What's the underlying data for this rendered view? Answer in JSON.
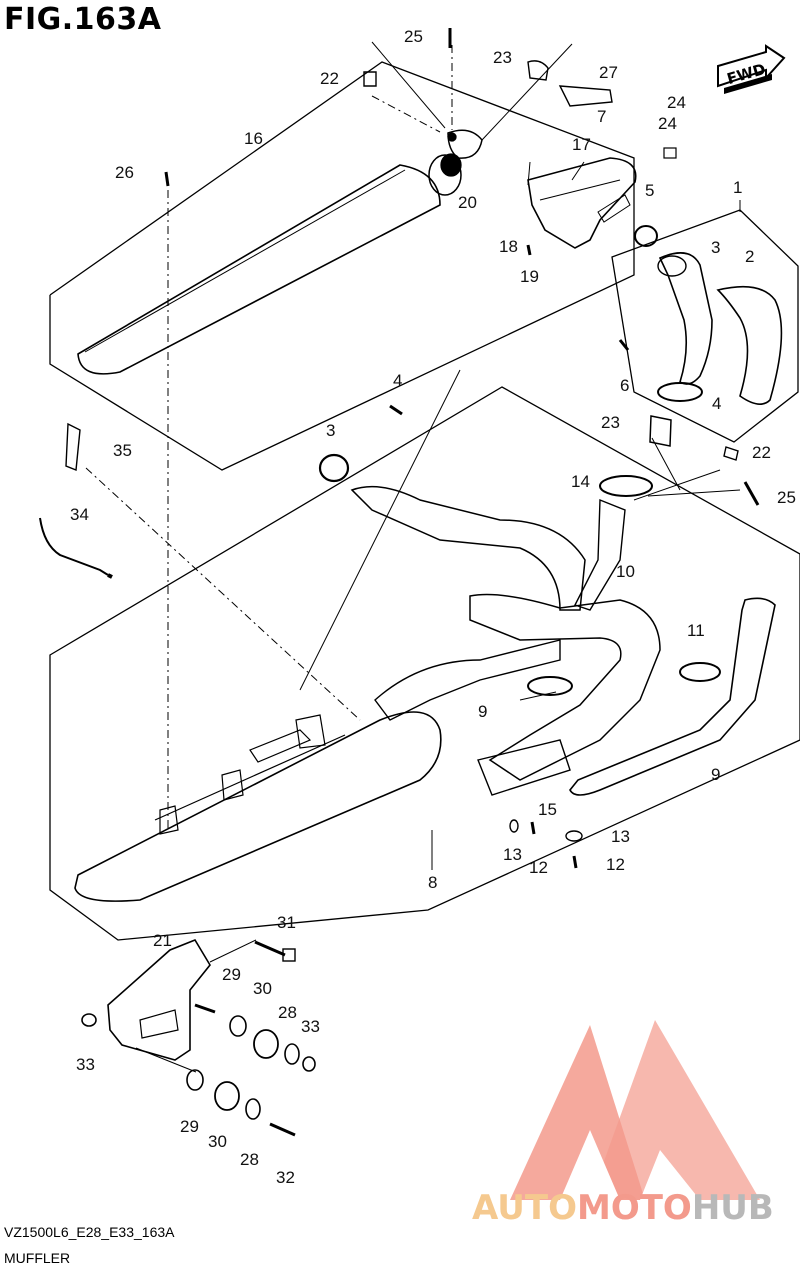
{
  "figure": {
    "title": "FIG.163A",
    "footer_code": "VZ1500L6_E28_E33_163A",
    "footer_name": "MUFFLER",
    "fwd_label": "FWD"
  },
  "watermark": {
    "part1": "AUTO",
    "part2": "MOTO",
    "part3": "HUB",
    "colors": {
      "orange": "#f5c98f",
      "red": "#f39a8c",
      "gray": "#b8b8b8"
    }
  },
  "callouts": [
    {
      "id": "c1",
      "label": "1"
    },
    {
      "id": "c2",
      "label": "2"
    },
    {
      "id": "c3a",
      "label": "3"
    },
    {
      "id": "c3b",
      "label": "3"
    },
    {
      "id": "c4a",
      "label": "4"
    },
    {
      "id": "c4b",
      "label": "4"
    },
    {
      "id": "c5",
      "label": "5"
    },
    {
      "id": "c6",
      "label": "6"
    },
    {
      "id": "c7",
      "label": "7"
    },
    {
      "id": "c8",
      "label": "8"
    },
    {
      "id": "c9a",
      "label": "9"
    },
    {
      "id": "c9b",
      "label": "9"
    },
    {
      "id": "c10",
      "label": "10"
    },
    {
      "id": "c11",
      "label": "11"
    },
    {
      "id": "c12a",
      "label": "12"
    },
    {
      "id": "c12b",
      "label": "12"
    },
    {
      "id": "c13a",
      "label": "13"
    },
    {
      "id": "c13b",
      "label": "13"
    },
    {
      "id": "c14",
      "label": "14"
    },
    {
      "id": "c15",
      "label": "15"
    },
    {
      "id": "c16",
      "label": "16"
    },
    {
      "id": "c17",
      "label": "17"
    },
    {
      "id": "c18",
      "label": "18"
    },
    {
      "id": "c19",
      "label": "19"
    },
    {
      "id": "c20",
      "label": "20"
    },
    {
      "id": "c21",
      "label": "21"
    },
    {
      "id": "c22a",
      "label": "22"
    },
    {
      "id": "c22b",
      "label": "22"
    },
    {
      "id": "c23a",
      "label": "23"
    },
    {
      "id": "c23b",
      "label": "23"
    },
    {
      "id": "c24a",
      "label": "24"
    },
    {
      "id": "c24b",
      "label": "24"
    },
    {
      "id": "c25a",
      "label": "25"
    },
    {
      "id": "c25b",
      "label": "25"
    },
    {
      "id": "c26",
      "label": "26"
    },
    {
      "id": "c27",
      "label": "27"
    },
    {
      "id": "c28a",
      "label": "28"
    },
    {
      "id": "c28b",
      "label": "28"
    },
    {
      "id": "c29a",
      "label": "29"
    },
    {
      "id": "c29b",
      "label": "29"
    },
    {
      "id": "c30a",
      "label": "30"
    },
    {
      "id": "c30b",
      "label": "30"
    },
    {
      "id": "c31",
      "label": "31"
    },
    {
      "id": "c32",
      "label": "32"
    },
    {
      "id": "c33a",
      "label": "33"
    },
    {
      "id": "c33b",
      "label": "33"
    },
    {
      "id": "c34",
      "label": "34"
    },
    {
      "id": "c35",
      "label": "35"
    }
  ]
}
